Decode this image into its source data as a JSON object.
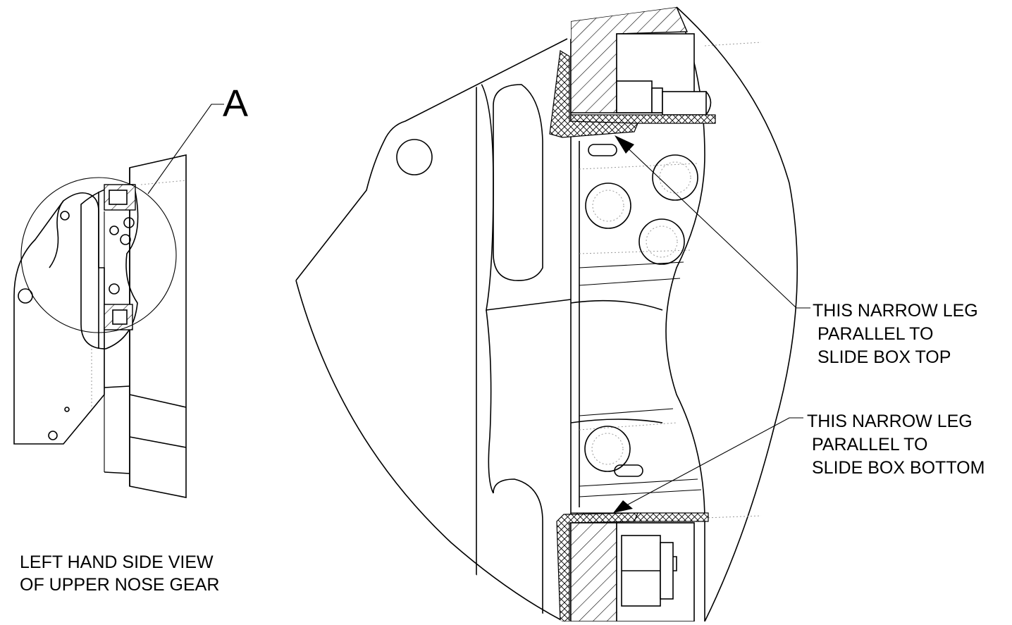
{
  "detail_callout": "A",
  "view_caption": {
    "line1": "LEFT HAND SIDE VIEW",
    "line2": "OF UPPER NOSE GEAR"
  },
  "note_top": {
    "line1": "THIS NARROW LEG",
    "line2": "PARALLEL TO",
    "line3": "SLIDE BOX TOP"
  },
  "note_bottom": {
    "line1": "THIS NARROW LEG",
    "line2": "PARALLEL TO",
    "line3": "SLIDE BOX BOTTOM"
  }
}
